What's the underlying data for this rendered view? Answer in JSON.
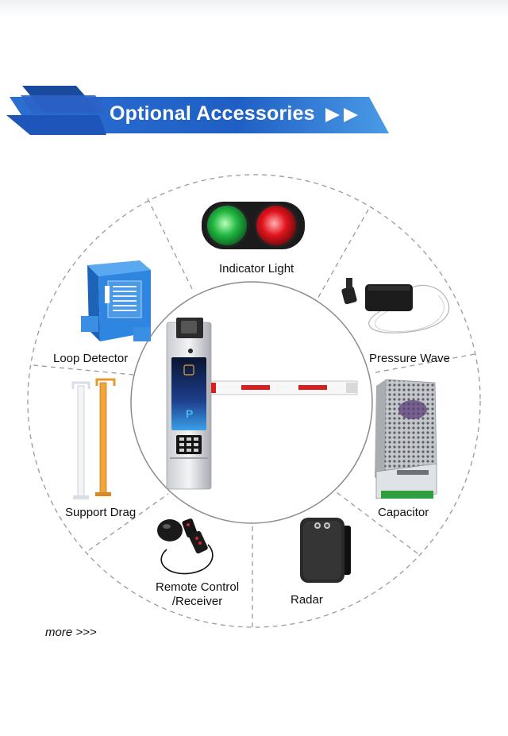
{
  "banner": {
    "title": "Optional Accessories",
    "color_dark": "#1b4fa8",
    "color_light": "#3f8ee0"
  },
  "center_product": {
    "name": "barrier-gate-with-face-recognition-terminal"
  },
  "accessories": {
    "indicator_light": {
      "label": "Indicator Light"
    },
    "loop_detector": {
      "label": "Loop Detector"
    },
    "pressure_wave": {
      "label": "Pressure Wave"
    },
    "support_drag": {
      "label": "Support Drag"
    },
    "capacitor": {
      "label": "Capacitor"
    },
    "remote_control": {
      "label_line1": "Remote Control",
      "label_line2": "/Receiver"
    },
    "radar": {
      "label": "Radar"
    }
  },
  "footer": {
    "more_text": "more >>>"
  }
}
